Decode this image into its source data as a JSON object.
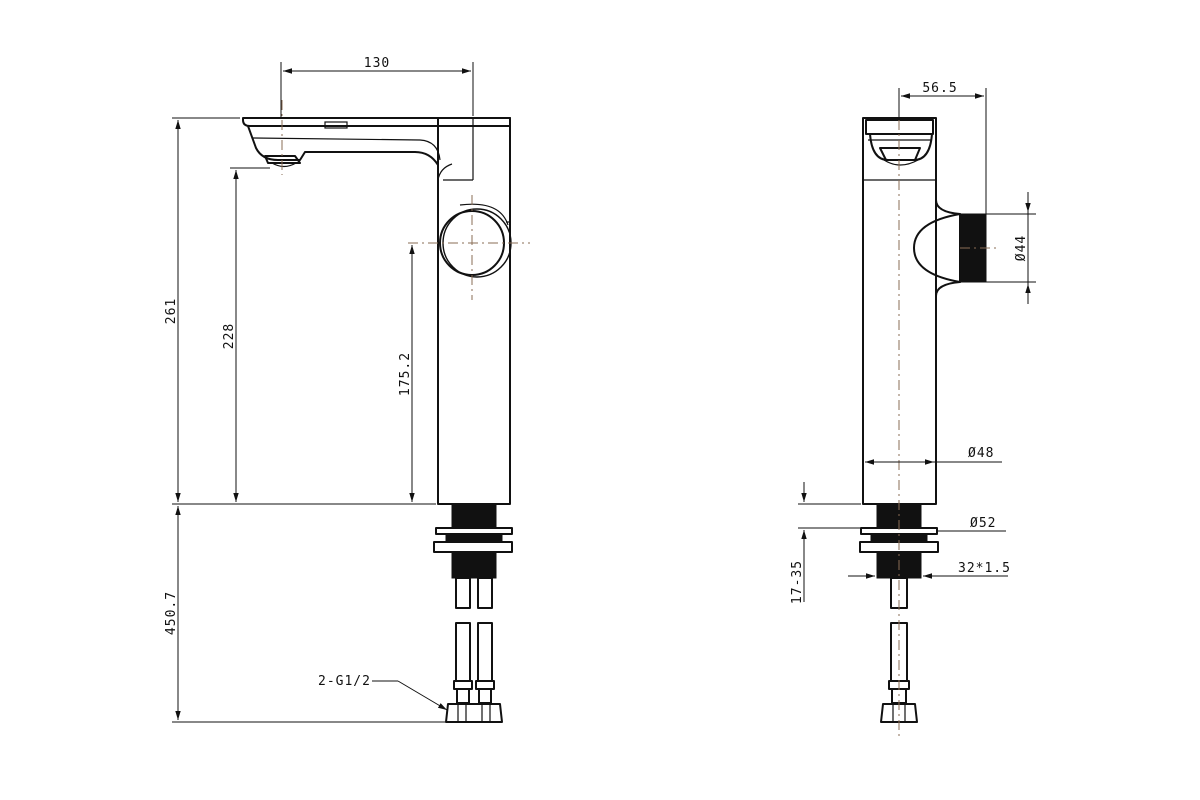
{
  "dimensions": {
    "front_spout_reach": "130",
    "front_total_height": "261",
    "front_outlet_height": "228",
    "front_handle_height": "175.2",
    "front_hose_length": "450.7",
    "front_connector": "2-G1/2",
    "side_handle_offset": "56.5",
    "side_handle_diameter": "Ø44",
    "side_body_diameter": "Ø48",
    "side_flange_diameter": "Ø52",
    "side_thread": "32*1.5",
    "side_deck_thickness": "17-35"
  }
}
